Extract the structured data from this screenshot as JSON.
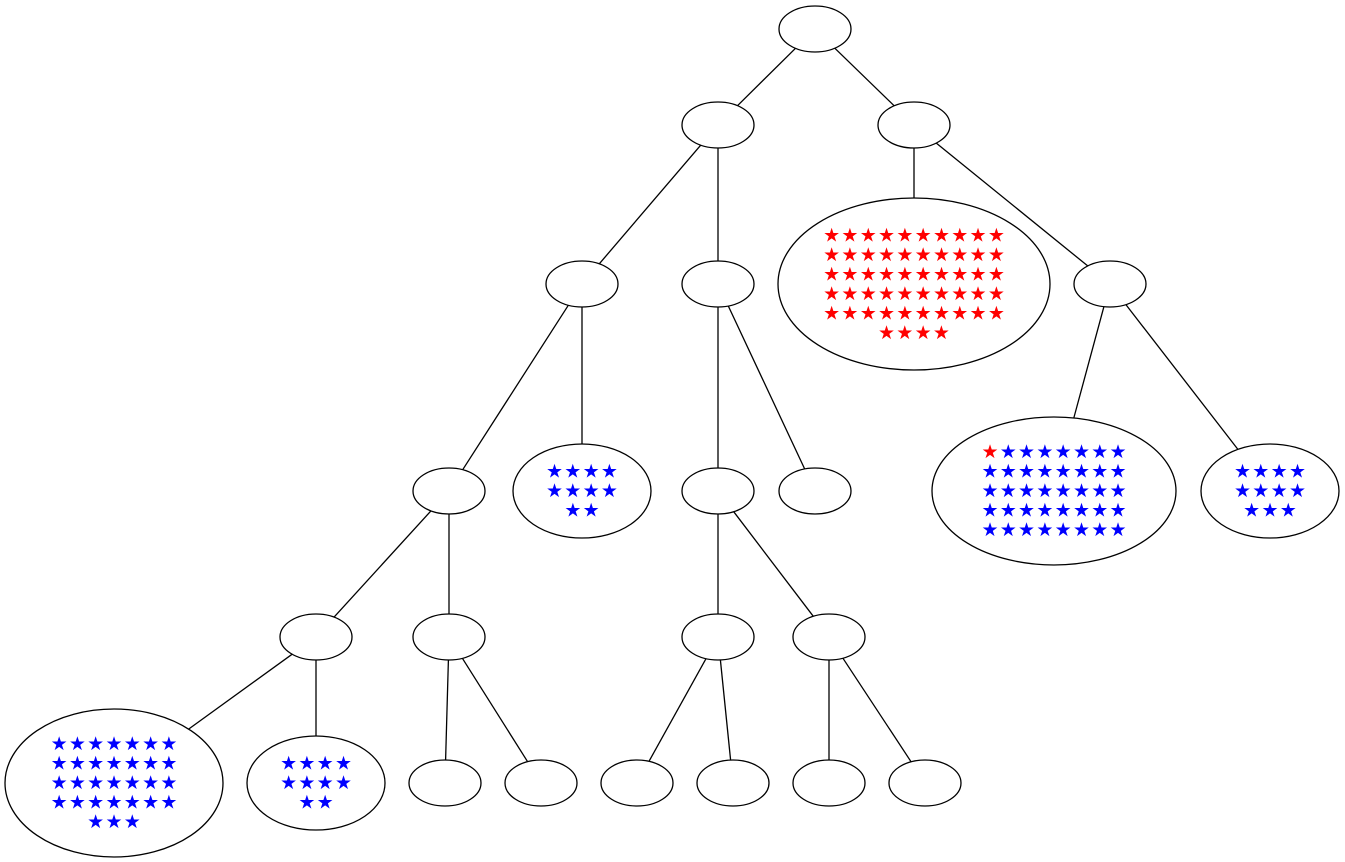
{
  "colors": {
    "primary_star": "#0000ff",
    "highlight_star": "#ff0000",
    "line": "#000000",
    "background": "#ffffff"
  },
  "star_glyph": "★",
  "nodes": [
    {
      "id": "root",
      "parent": null
    },
    {
      "id": "n1",
      "parent": "root"
    },
    {
      "id": "n2",
      "parent": "root"
    },
    {
      "id": "n1a",
      "parent": "n1"
    },
    {
      "id": "n1b",
      "parent": "n1"
    },
    {
      "id": "n2a",
      "parent": "n2",
      "stars": 54,
      "red": 54
    },
    {
      "id": "n2b",
      "parent": "n2"
    },
    {
      "id": "n1a1",
      "parent": "n1a"
    },
    {
      "id": "n1a2",
      "parent": "n1a",
      "stars": 10,
      "red": 0
    },
    {
      "id": "n1b1",
      "parent": "n1b"
    },
    {
      "id": "n1b2",
      "parent": "n1b"
    },
    {
      "id": "n2b1",
      "parent": "n2b",
      "stars": 40,
      "red": 1
    },
    {
      "id": "n2b2",
      "parent": "n2b",
      "stars": 11,
      "red": 0
    },
    {
      "id": "n1a1a",
      "parent": "n1a1"
    },
    {
      "id": "n1a1b",
      "parent": "n1a1"
    },
    {
      "id": "n1b1a",
      "parent": "n1b1"
    },
    {
      "id": "n1b1b",
      "parent": "n1b1"
    },
    {
      "id": "n1a1a1",
      "parent": "n1a1a",
      "stars": 31,
      "red": 0
    },
    {
      "id": "n1a1a2",
      "parent": "n1a1a",
      "stars": 10,
      "red": 0
    },
    {
      "id": "n1a1b1",
      "parent": "n1a1b"
    },
    {
      "id": "n1a1b2",
      "parent": "n1a1b"
    },
    {
      "id": "n1b1a1",
      "parent": "n1b1a"
    },
    {
      "id": "n1b1a2",
      "parent": "n1b1a"
    },
    {
      "id": "n1b1b1",
      "parent": "n1b1b"
    },
    {
      "id": "n1b1b2",
      "parent": "n1b1b"
    }
  ]
}
